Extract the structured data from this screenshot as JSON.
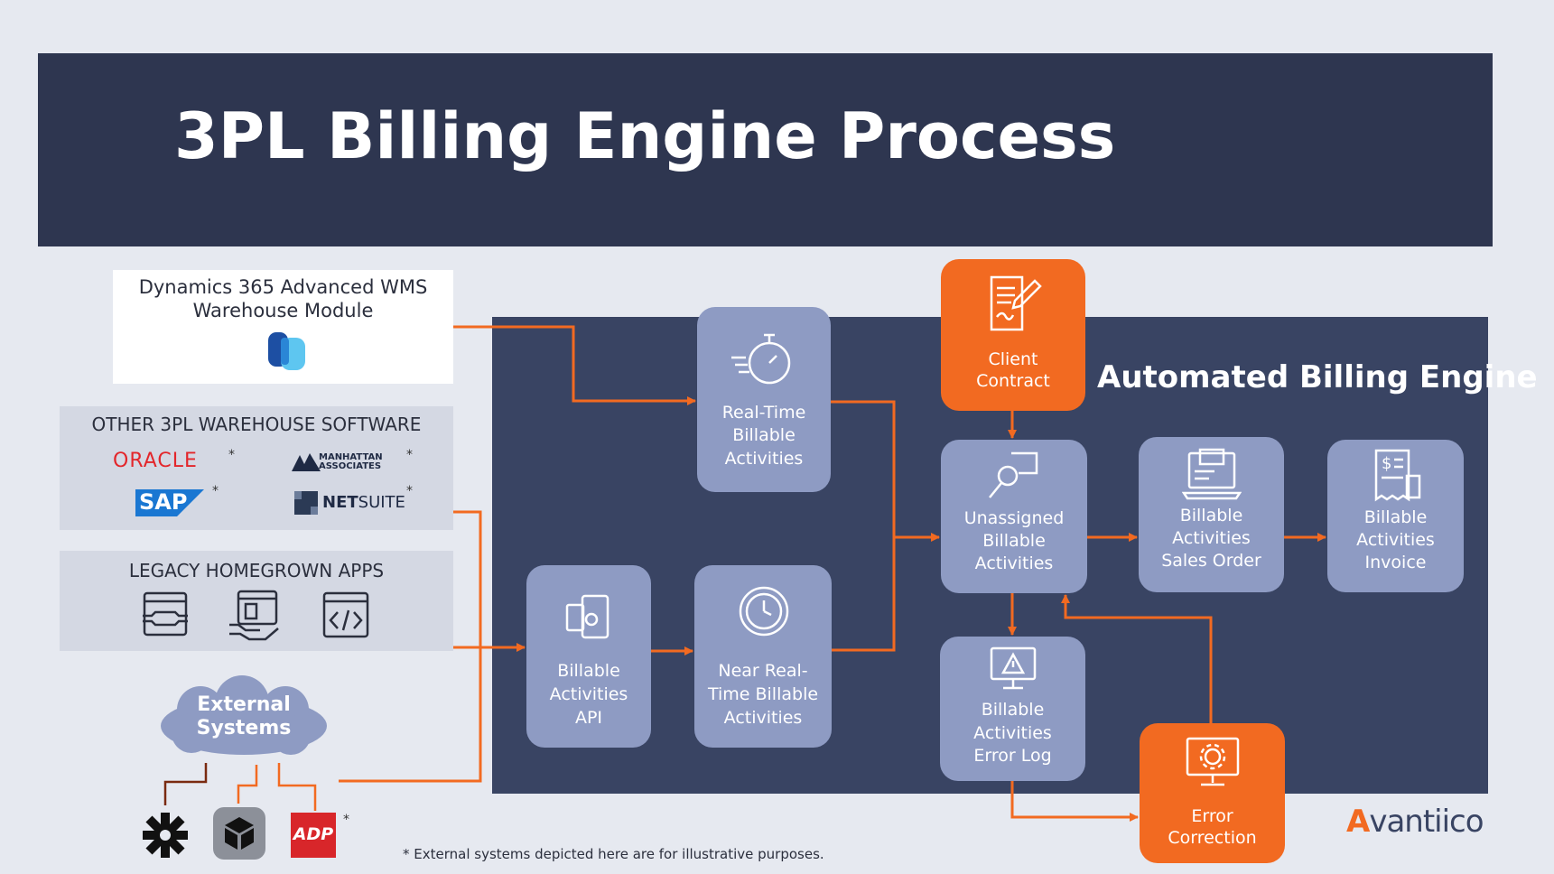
{
  "title": "3PL Billing Engine Process",
  "engine_title": "Automated Billing Engine",
  "sources": {
    "dynamics": {
      "line1": "Dynamics 365 Advanced WMS",
      "line2": "Warehouse Module"
    },
    "other": {
      "title": "OTHER 3PL WAREHOUSE SOFTWARE",
      "oracle": "ORACLE",
      "manhattan1": "MANHATTAN",
      "manhattan2": "ASSOCIATES",
      "sap": "SAP",
      "netsuite_n": "NET",
      "netsuite_s": "SUITE",
      "star": "*"
    },
    "legacy": {
      "title": "LEGACY HOMEGROWN APPS"
    },
    "external": {
      "line1": "External",
      "line2": "Systems",
      "adp": "ADP",
      "star": "*"
    }
  },
  "nodes": {
    "realtime": {
      "l1": "Real-Time",
      "l2": "Billable",
      "l3": "Activities"
    },
    "api": {
      "l1": "Billable",
      "l2": "Activities",
      "l3": "API"
    },
    "nearrt": {
      "l1": "Near Real-",
      "l2": "Time Billable",
      "l3": "Activities"
    },
    "contract": {
      "l1": "Client",
      "l2": "Contract"
    },
    "unassigned": {
      "l1": "Unassigned",
      "l2": "Billable",
      "l3": "Activities"
    },
    "salesorder": {
      "l1": "Billable",
      "l2": "Activities",
      "l3": "Sales Order"
    },
    "invoice": {
      "l1": "Billable",
      "l2": "Activities",
      "l3": "Invoice"
    },
    "errorlog": {
      "l1": "Billable",
      "l2": "Activities",
      "l3": "Error Log"
    },
    "correction": {
      "l1": "Error",
      "l2": "Correction"
    }
  },
  "footnote": "* External systems depicted here are for illustrative purposes.",
  "brand": {
    "first": "A",
    "rest": "vantiico"
  },
  "colors": {
    "navy": "#2e3650",
    "panel": "#394463",
    "node": "#8e9bc3",
    "orange": "#f26a21"
  }
}
